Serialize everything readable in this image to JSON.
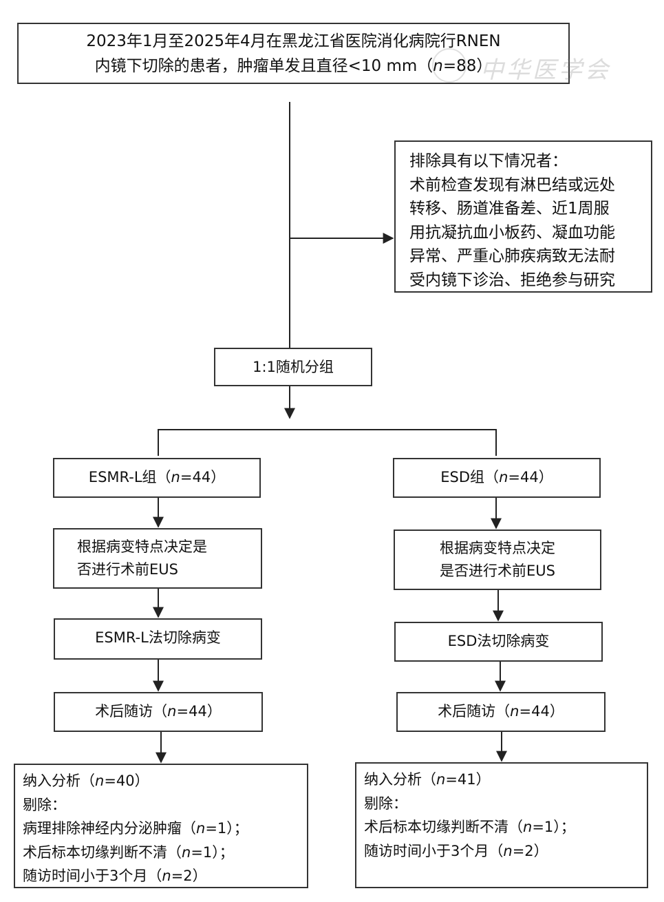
{
  "top_box": {
    "line1": "2023年1月至2025年4月在黑龙江省医院消化病院行RNEN",
    "line2": "内镜下切除的患者，肿瘤单发且直径<10 mm（n=88）"
  },
  "exclusion_box": {
    "lines": [
      "排除具有以下情况者：",
      "术前检查发现有淋巴结或远处",
      "转移、肠道准备差、近1周服",
      "用抗凝抗血小板药、凝血功能",
      "异常、严重心肺疾病致无法耐",
      "受内镜下诊治、拒绝参与研究"
    ]
  },
  "randomization_box": {
    "label": "1:1随机分组"
  },
  "left_branch": {
    "group": "ESMR-L组（n=44）",
    "eus_line1": "根据病变特点决定是",
    "eus_line2": "否进行术前EUS",
    "method": "ESMR-L法切除病变",
    "followup": "术后随访（n=44）",
    "final_lines": [
      "纳入分析（n=40）",
      "剔除：",
      "病理排除神经内分泌肿瘤（n=1）；",
      "术后标本切缘判断不清（n=1）；",
      "随访时间小于3个月（n=2）"
    ]
  },
  "right_branch": {
    "group": "ESD组（n=44）",
    "eus_line1": "根据病变特点决定",
    "eus_line2": "是否进行术前EUS",
    "method": "ESD法切除病变",
    "followup": "术后随访（n=44）",
    "final_lines": [
      "纳入分析（n=41）",
      "剔除：",
      "术后标本切缘判断不清（n=1）；",
      "随访时间小于3个月（n=2）"
    ]
  },
  "watermark": {
    "text": "中华医学会"
  }
}
